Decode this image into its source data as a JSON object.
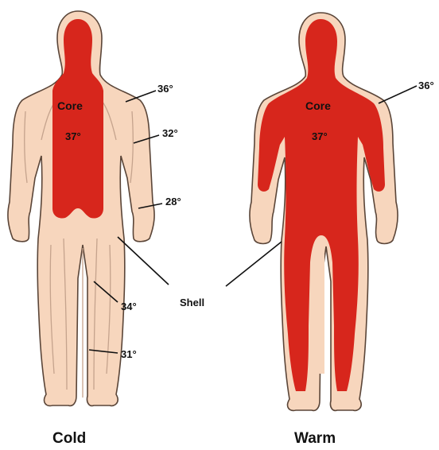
{
  "figures": {
    "cold": {
      "caption": "Cold",
      "core_label": "Core",
      "core_temp": "37°",
      "annotations": [
        "36°",
        "32°",
        "28°",
        "34°",
        "31°"
      ]
    },
    "warm": {
      "caption": "Warm",
      "core_label": "Core",
      "core_temp": "37°",
      "annotations": [
        "36°"
      ]
    }
  },
  "shell_label": "Shell",
  "colors": {
    "shell": "#f7d6bd",
    "core": "#d7261c",
    "outline": "#5a4538",
    "inner_line": "#c5a38d"
  }
}
